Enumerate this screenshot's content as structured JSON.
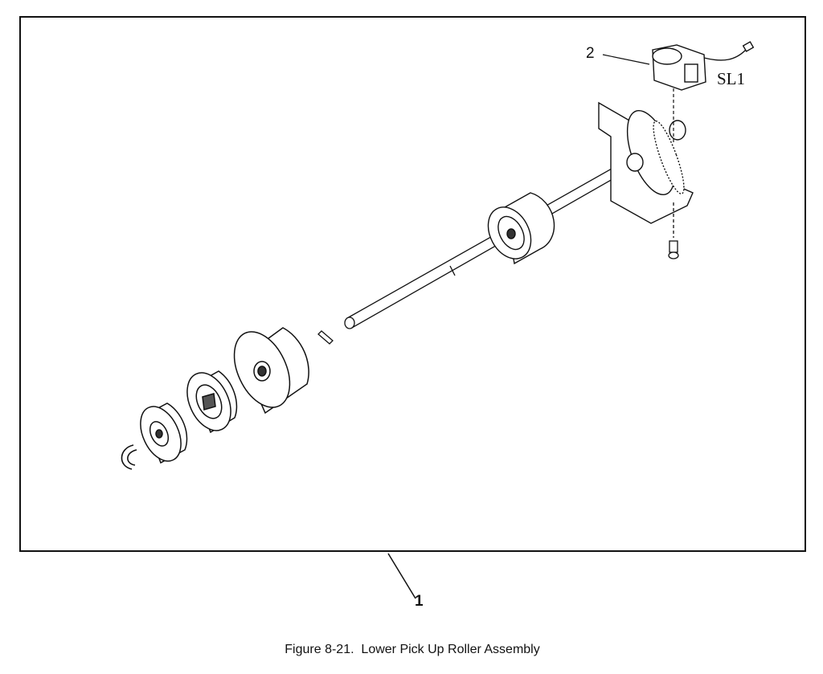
{
  "figure": {
    "caption": "Figure 8-21.  Lower Pick Up Roller Assembly",
    "callouts": {
      "assembly": "1",
      "solenoid": "2"
    },
    "solenoid_label": "SL1"
  },
  "colors": {
    "line": "#111111",
    "background": "#ffffff"
  }
}
